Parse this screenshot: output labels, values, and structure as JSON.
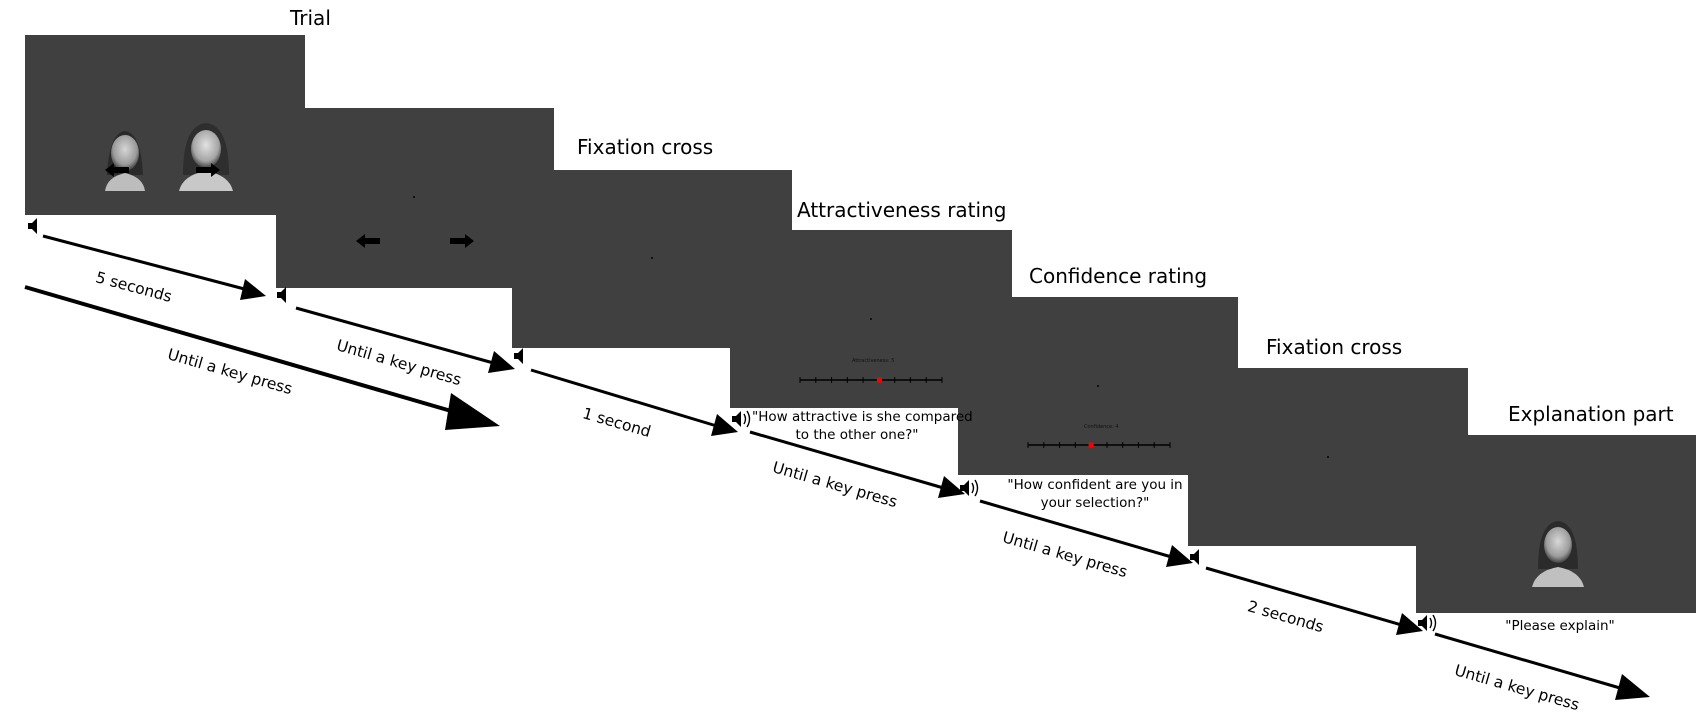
{
  "titles": {
    "trial": "Trial",
    "fixation1": "Fixation cross",
    "attractiveness": "Attractiveness rating",
    "confidence": "Confidence rating",
    "fixation2": "Fixation cross",
    "explanation": "Explanation part"
  },
  "durations": {
    "five_seconds": "5 seconds",
    "until_key_main": "Until a key press",
    "until_key_2": "Until a key press",
    "one_second": "1 second",
    "until_key_3": "Until a key press",
    "until_key_4": "Until a key press",
    "two_seconds": "2 seconds",
    "until_key_5": "Until a key press"
  },
  "captions": {
    "attractiveness_q1": "\"How attractive is  she compared",
    "attractiveness_q2": "to the other one?\"",
    "confidence_q1": "\"How confident are you in",
    "confidence_q2": "your selection?\"",
    "explain": "\"Please explain\""
  },
  "scales": {
    "attractiveness_label": "Attractiveness: 5",
    "confidence_label": "Confidence: 4"
  },
  "icons": {
    "muted_speaker": "speaker-icon",
    "sound_speaker": "speaker-sound-icon"
  },
  "colors": {
    "panel": "#404040",
    "selected_tick": "#ff0000"
  }
}
